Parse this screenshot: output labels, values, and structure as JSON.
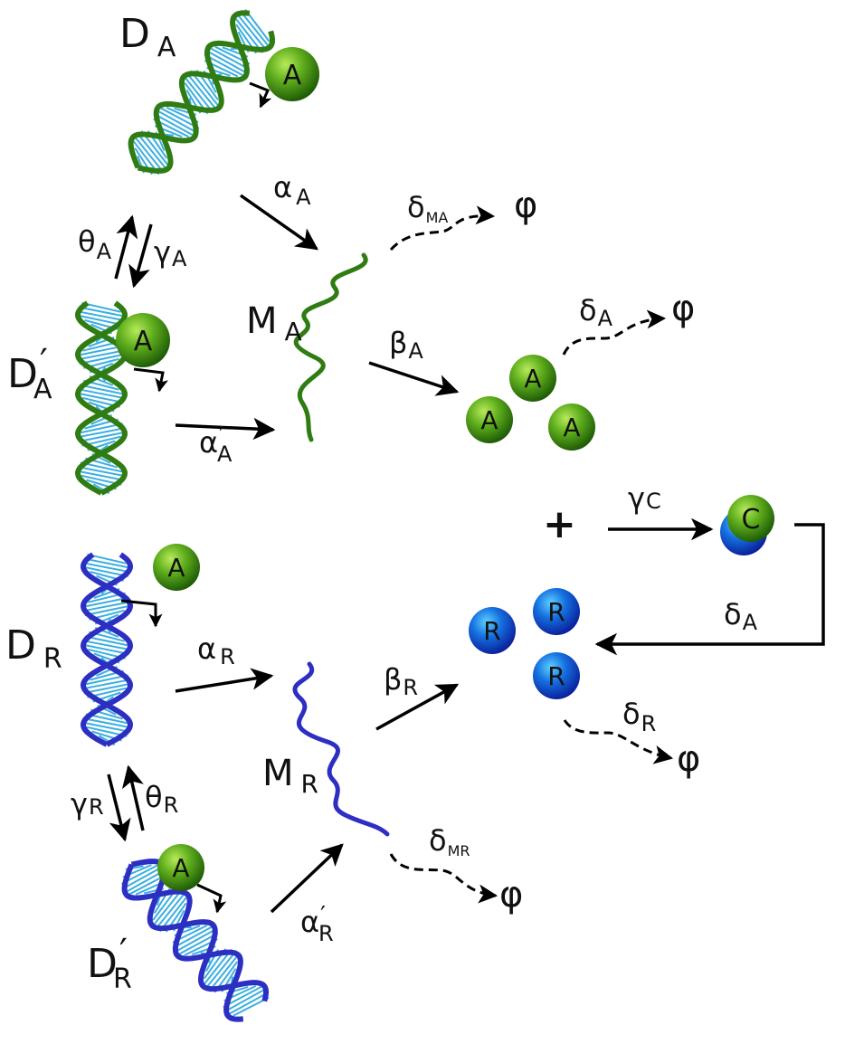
{
  "colors": {
    "activator": "#2f7d12",
    "repressor": "#2d2fc2",
    "rungs": "#3aaee0",
    "arrow": "#000000"
  },
  "labels": {
    "D_A": {
      "main": "D",
      "sub": "A"
    },
    "D_A_prime": {
      "main": "D",
      "prime": "′",
      "sub": "A"
    },
    "M_A": {
      "main": "M",
      "sub": "A"
    },
    "D_R": {
      "main": "D",
      "sub": "R"
    },
    "M_R": {
      "main": "M",
      "sub": "R"
    },
    "D_R_prime": {
      "main": "D",
      "prime": "′",
      "sub": "R"
    }
  },
  "rates": {
    "alpha_A": {
      "sym": "α",
      "sub": "A"
    },
    "alpha_A_prime": {
      "sym": "α",
      "prime": "′",
      "sub": "A"
    },
    "theta_A": {
      "sym": "θ",
      "sub": "A"
    },
    "gamma_A": {
      "sym": "γ",
      "sub": "A"
    },
    "delta_MA": {
      "sym": "δ",
      "sub": "MA"
    },
    "beta_A": {
      "sym": "β",
      "sub": "A"
    },
    "delta_A": {
      "sym": "δ",
      "sub": "A"
    },
    "gamma_C": {
      "sym": "γ",
      "sub": "C"
    },
    "delta_A_return": {
      "sym": "δ",
      "sub": "A"
    },
    "alpha_R": {
      "sym": "α",
      "sub": "R"
    },
    "beta_R": {
      "sym": "β",
      "sub": "R"
    },
    "delta_R": {
      "sym": "δ",
      "sub": "R"
    },
    "gamma_R": {
      "sym": "γ",
      "sub": "R"
    },
    "theta_R": {
      "sym": "θ",
      "sub": "R"
    },
    "delta_MR": {
      "sym": "δ",
      "sub": "MR"
    },
    "alpha_R_prime": {
      "sym": "α",
      "prime": "′",
      "sub": "R"
    }
  },
  "sink_symbol": "φ",
  "plus_symbol": "+",
  "molecules": {
    "activator": "A",
    "repressor": "R",
    "complex": "C"
  }
}
